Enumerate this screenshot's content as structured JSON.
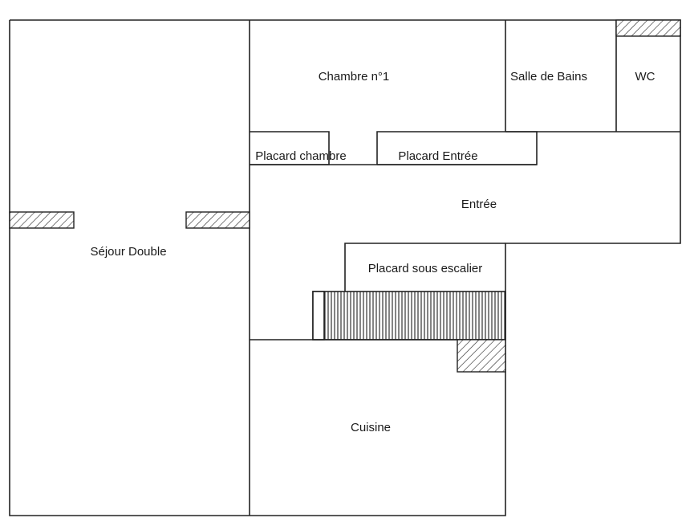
{
  "plan": {
    "rooms": [
      {
        "id": "sejour",
        "label": "Séjour Double"
      },
      {
        "id": "chambre1",
        "label": "Chambre n°1"
      },
      {
        "id": "salle-de-bains",
        "label": "Salle de Bains"
      },
      {
        "id": "wc",
        "label": "WC"
      },
      {
        "id": "placard-chambre",
        "label": "Placard chambre"
      },
      {
        "id": "placard-entree",
        "label": "Placard Entrée"
      },
      {
        "id": "entree",
        "label": "Entrée"
      },
      {
        "id": "placard-escalier",
        "label": "Placard sous escalier"
      },
      {
        "id": "cuisine",
        "label": "Cuisine"
      }
    ]
  },
  "colors": {
    "wall": "#222222",
    "hatch": "#333333",
    "background": "#ffffff"
  }
}
